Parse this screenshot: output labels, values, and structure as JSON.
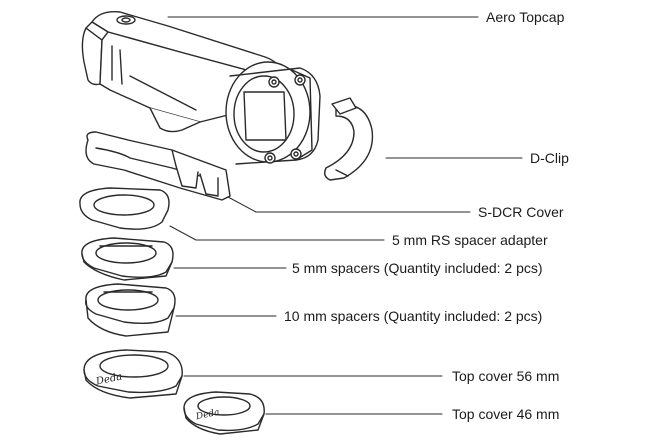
{
  "labels": {
    "aero_topcap": "Aero Topcap",
    "d_clip": "D-Clip",
    "sdcr_cover": "S-DCR Cover",
    "rs_adapter": "5 mm RS spacer adapter",
    "spacers_5mm": "5 mm spacers (Quantity included: 2 pcs)",
    "spacers_10mm": "10 mm spacers (Quantity included: 2 pcs)",
    "top_cover_56": "Top cover 56 mm",
    "top_cover_46": "Top cover 46 mm"
  },
  "brand_mark": "Deda",
  "colors": {
    "line": "#2a2a2a",
    "fill": "#ffffff",
    "shade": "#d9d9d9"
  }
}
